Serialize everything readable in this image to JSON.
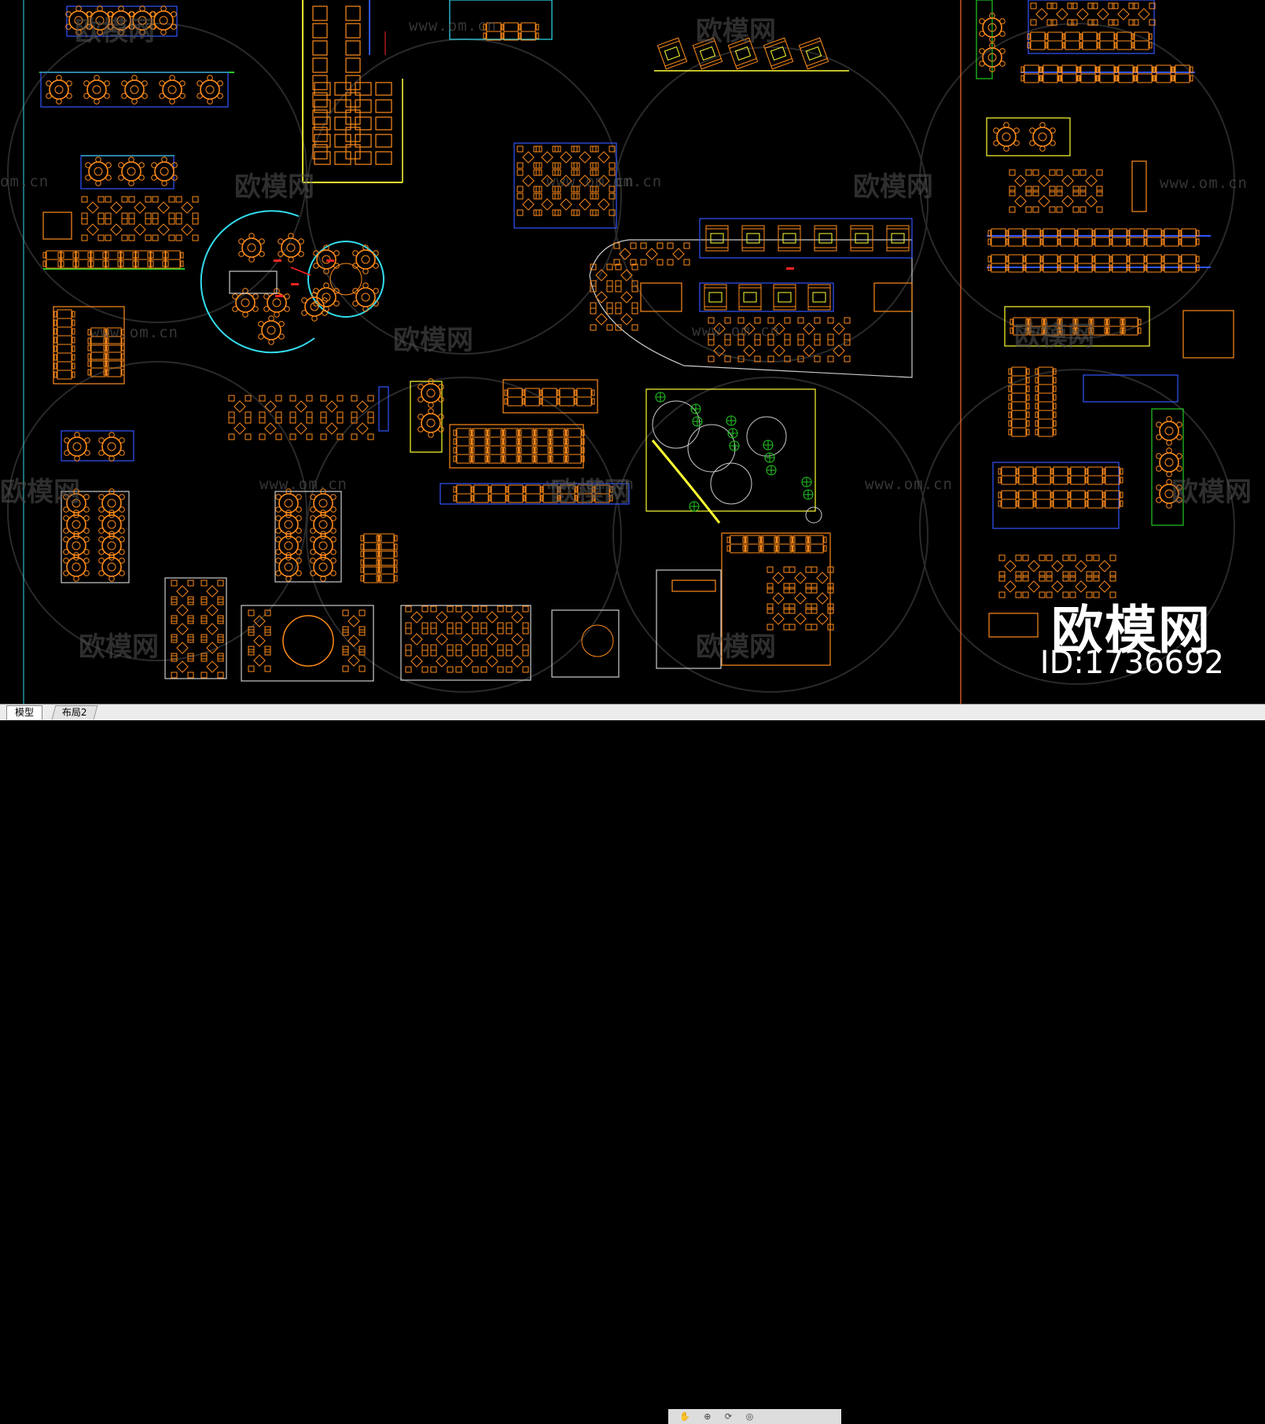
{
  "watermark": {
    "logo_text": "欧模网",
    "url_text": "www.om.cn",
    "url_fragment": "om.cn"
  },
  "brand": {
    "name": "欧模网",
    "id_text": "ID:1736692"
  },
  "layout_tabs": {
    "model": "模型",
    "layout2": "布局2"
  },
  "status_icons": [
    "pan-icon",
    "zoom-icon",
    "orbit-icon",
    "steering-wheel-icon"
  ],
  "colors": {
    "background": "#000000",
    "furniture": "#ff8c1a",
    "walls": "#ffff33",
    "blue_lines": "#3355ff",
    "cyan": "#33ddee",
    "green": "#22cc22",
    "red": "#ff2222"
  }
}
